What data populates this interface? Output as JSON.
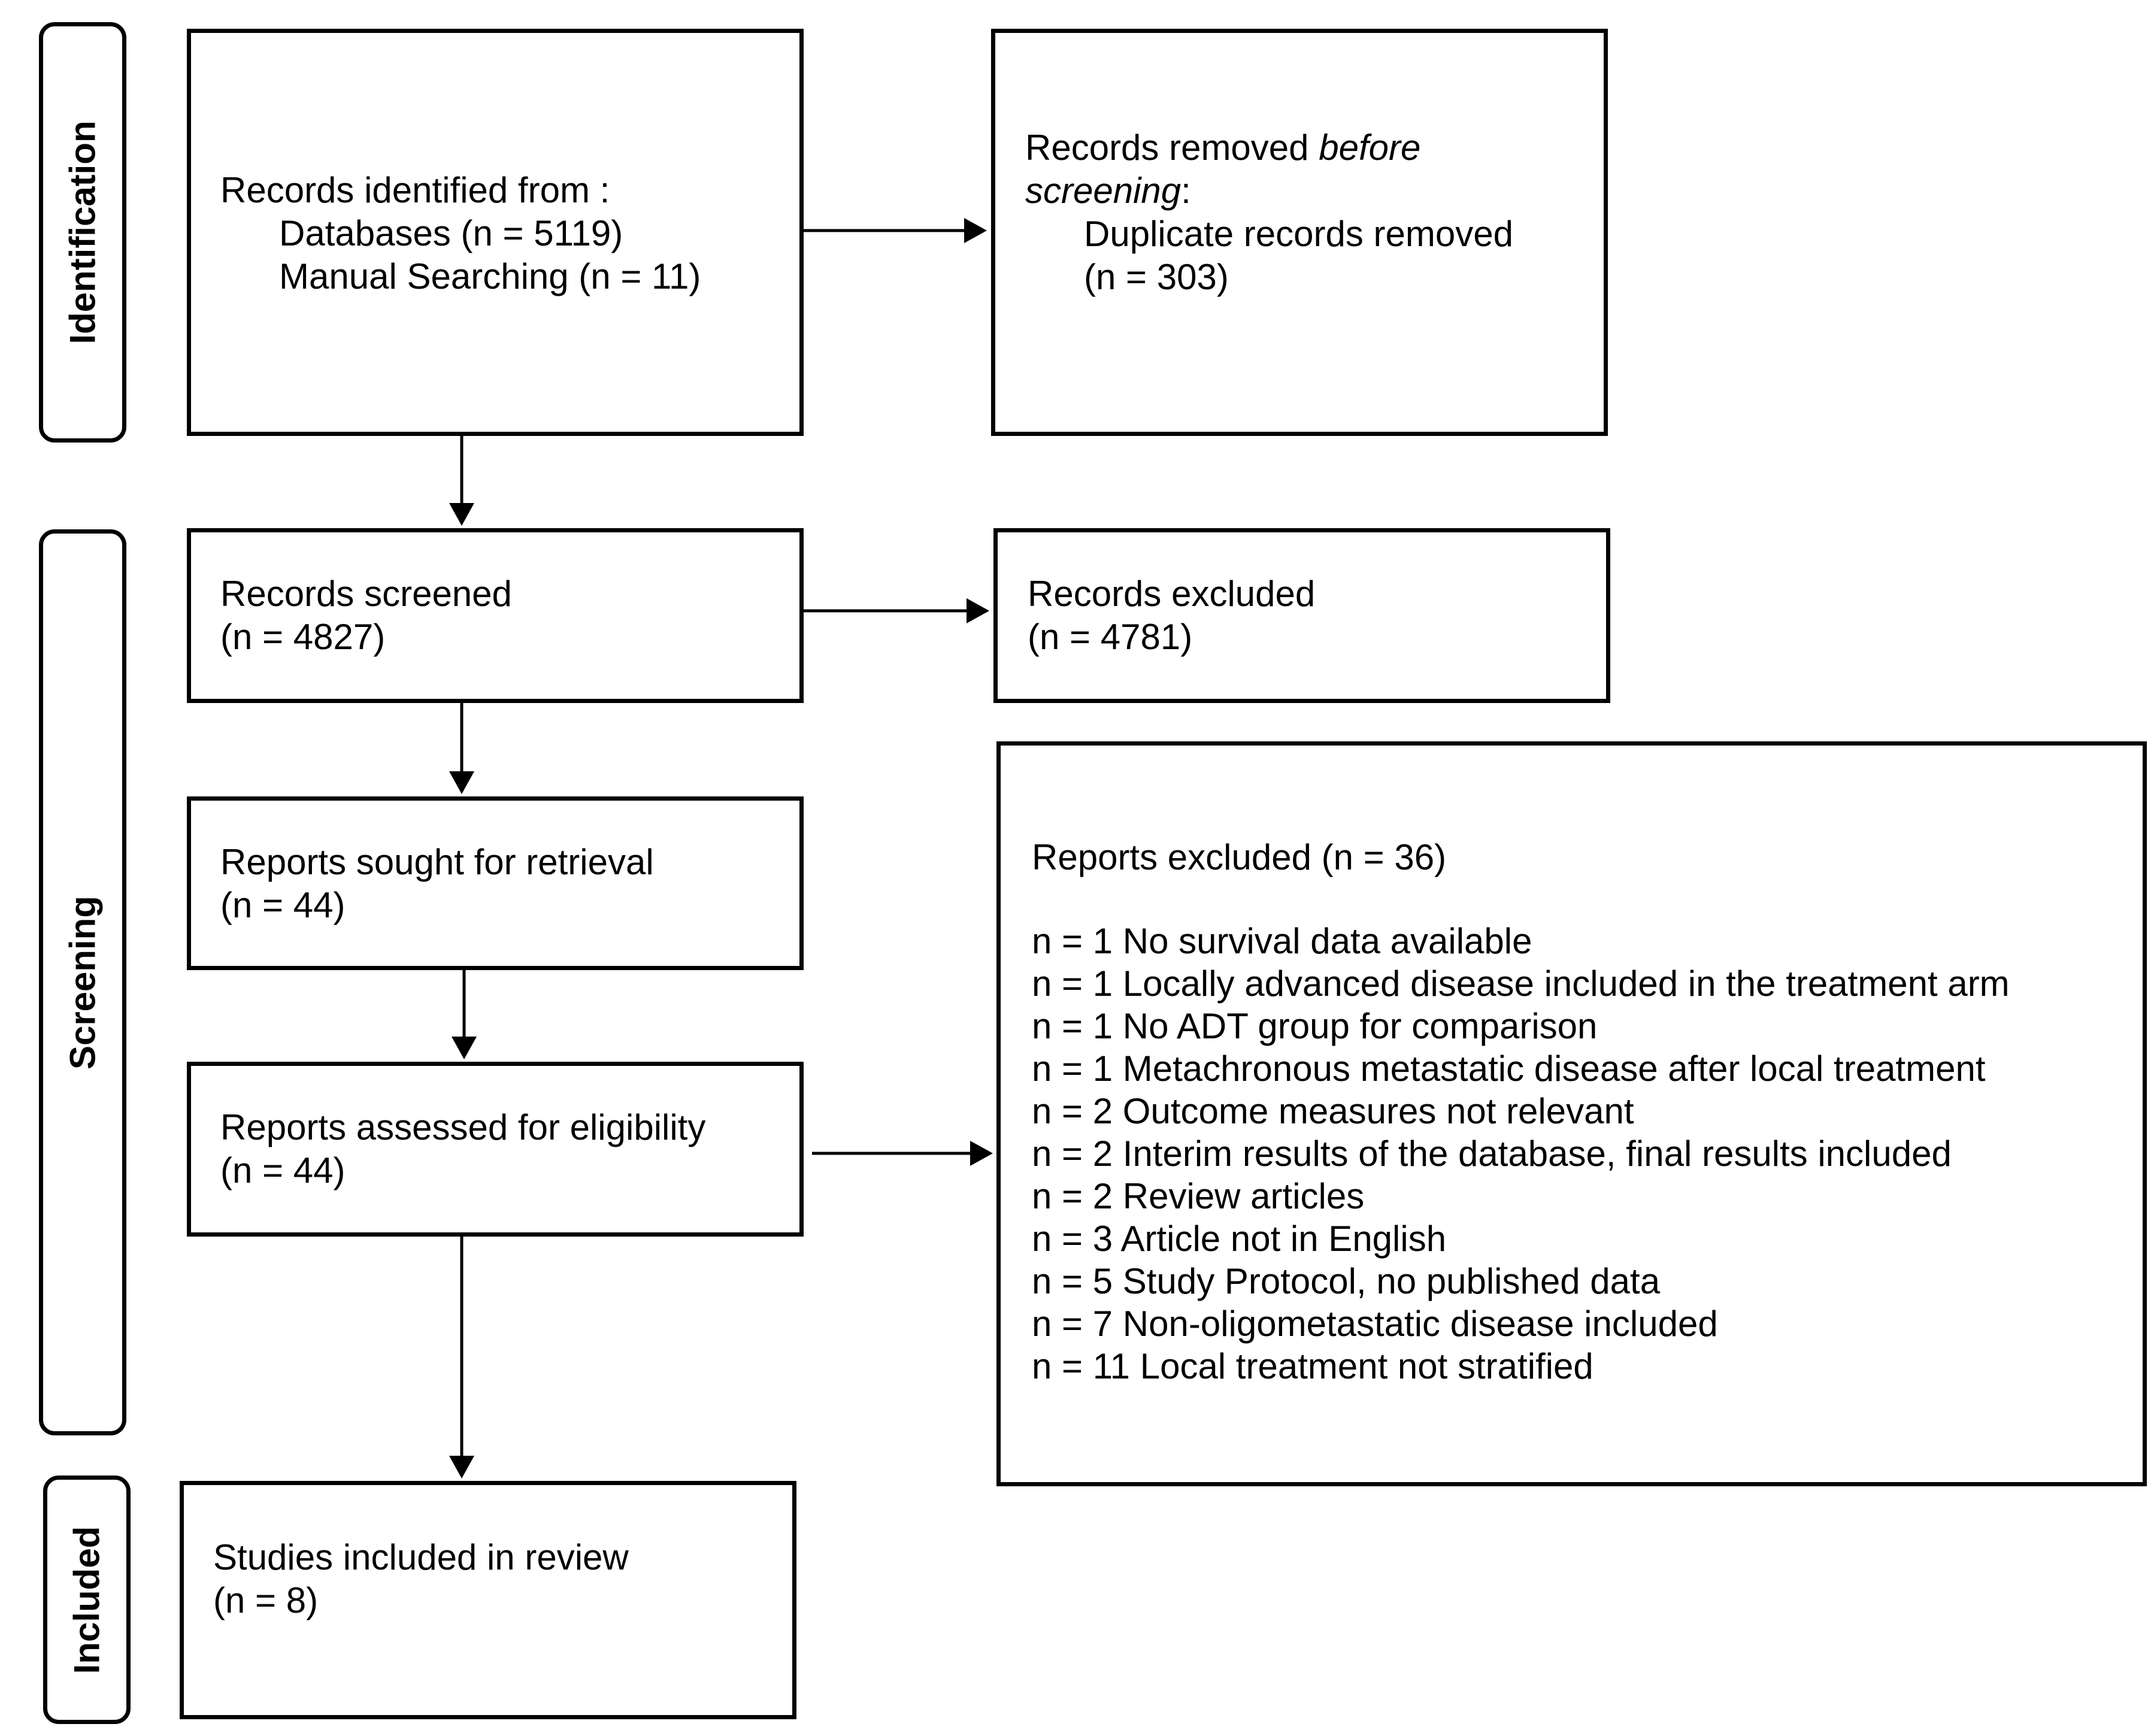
{
  "stages": {
    "identification": "Identification",
    "screening": "Screening",
    "included": "Included"
  },
  "identified": {
    "heading": "Records identified from :",
    "databases": "Databases (n = 5119)",
    "manual": "Manual Searching (n = 11)"
  },
  "removed": {
    "prefix": "Records removed ",
    "italic_before": "before",
    "italic_screening": "screening",
    "colon": ":",
    "duplicates": "Duplicate records removed",
    "count": "(n = 303)"
  },
  "screened": {
    "label": "Records screened",
    "count": "(n = 4827)"
  },
  "excluded": {
    "label": "Records excluded",
    "count": "(n = 4781)"
  },
  "sought": {
    "label": "Reports sought for retrieval",
    "count": "(n = 44)"
  },
  "assessed": {
    "label": "Reports assessed for eligibility",
    "count": "(n = 44)"
  },
  "reports_excluded": {
    "heading": "Reports excluded (n = 36)",
    "reasons": [
      "n = 1 No survival data available",
      "n = 1 Locally advanced disease included in the treatment arm",
      "n = 1 No ADT group for comparison",
      "n = 1 Metachronous metastatic disease after local treatment",
      "n = 2 Outcome measures not relevant",
      "n = 2 Interim results of the database, final results included",
      "n = 2 Review articles",
      "n = 3 Article not in English",
      "n = 5 Study Protocol, no published data",
      "n = 7 Non-oligometastatic disease included",
      "n = 11 Local treatment not stratified"
    ]
  },
  "included": {
    "label": "Studies included in review",
    "count": "(n = 8)"
  }
}
